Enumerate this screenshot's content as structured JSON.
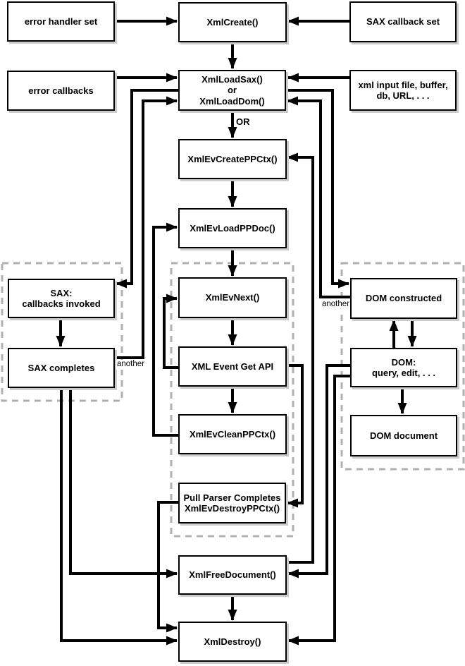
{
  "diagram": {
    "colors": {
      "line": "#000000",
      "box_border": "#000000",
      "box_fill": "#ffffff",
      "box_shadow": "#cccccc",
      "dashed_border": "#b0b0b0",
      "text": "#000000"
    },
    "nodes": {
      "error_handler_set": "error handler set",
      "xml_create": "XmlCreate()",
      "sax_callback_set": "SAX callback set",
      "error_callbacks": "error callbacks",
      "xml_load": "XmlLoadSax()\nor\nXmlLoadDom()",
      "xml_input": "xml input file, buffer,\ndb, URL, . . .",
      "xml_ev_create_ppctx": "XmlEvCreatePPCtx()",
      "xml_ev_load_ppdoc": "XmlEvLoadPPDoc()",
      "sax_callbacks_invoked": "SAX:\ncallbacks invoked",
      "sax_completes": "SAX completes",
      "xml_ev_next": "XmlEvNext()",
      "xml_event_get_api": "XML Event Get API",
      "xml_ev_clean_ppctx": "XmlEvCleanPPCtx()",
      "pull_parser_completes": "Pull Parser Completes\nXmlEvDestroyPPCtx()",
      "dom_constructed": "DOM constructed",
      "dom_query_edit": "DOM:\nquery, edit, . . .",
      "dom_document": "DOM document",
      "xml_free_document": "XmlFreeDocument()",
      "xml_destroy": "XmlDestroy()"
    },
    "labels": {
      "or": "OR",
      "another_sax": "another",
      "another_dom": "another"
    },
    "edges": [
      {
        "from": "error_handler_set",
        "to": "xml_create"
      },
      {
        "from": "sax_callback_set",
        "to": "xml_create"
      },
      {
        "from": "xml_create",
        "to": "xml_load"
      },
      {
        "from": "error_callbacks",
        "to": "xml_load"
      },
      {
        "from": "xml_input",
        "to": "xml_load"
      },
      {
        "from": "xml_load",
        "to": "xml_ev_create_ppctx",
        "label": "OR"
      },
      {
        "from": "xml_ev_create_ppctx",
        "to": "xml_ev_load_ppdoc"
      },
      {
        "from": "xml_ev_load_ppdoc",
        "to": "xml_ev_next"
      },
      {
        "from": "xml_ev_next",
        "to": "xml_event_get_api"
      },
      {
        "from": "xml_event_get_api",
        "to": "xml_ev_next"
      },
      {
        "from": "xml_event_get_api",
        "to": "xml_ev_clean_ppctx"
      },
      {
        "from": "xml_ev_clean_ppctx",
        "to": "xml_ev_load_ppdoc"
      },
      {
        "from": "xml_event_get_api",
        "to": "pull_parser_completes"
      },
      {
        "from": "pull_parser_completes",
        "to": "xml_destroy"
      },
      {
        "from": "xml_load",
        "to": "sax_callbacks_invoked"
      },
      {
        "from": "sax_callbacks_invoked",
        "to": "sax_completes"
      },
      {
        "from": "sax_completes",
        "to": "xml_load",
        "label": "another"
      },
      {
        "from": "sax_completes",
        "to": "xml_free_document"
      },
      {
        "from": "sax_completes",
        "to": "xml_destroy"
      },
      {
        "from": "xml_load",
        "to": "dom_constructed"
      },
      {
        "from": "dom_constructed",
        "to": "xml_load",
        "label": "another"
      },
      {
        "from": "dom_constructed",
        "to": "dom_query_edit"
      },
      {
        "from": "dom_query_edit",
        "to": "dom_constructed"
      },
      {
        "from": "dom_query_edit",
        "to": "dom_document"
      },
      {
        "from": "dom_query_edit",
        "to": "xml_free_document"
      },
      {
        "from": "dom_query_edit",
        "to": "xml_destroy"
      },
      {
        "from": "xml_free_document",
        "to": "xml_ev_create_ppctx"
      },
      {
        "from": "xml_free_document",
        "to": "xml_destroy"
      }
    ]
  }
}
